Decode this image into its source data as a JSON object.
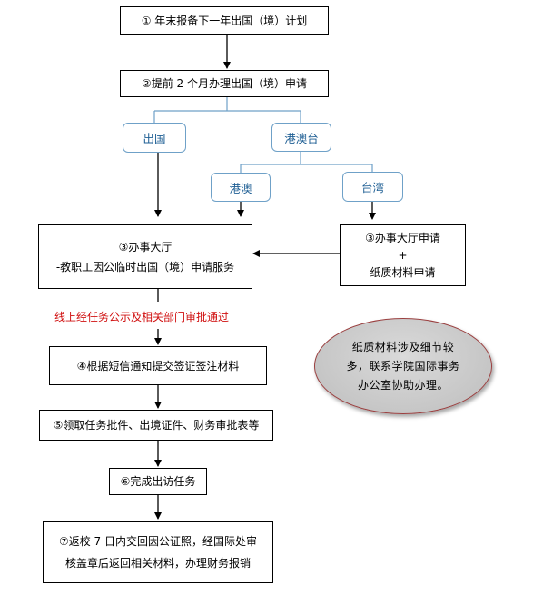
{
  "steps": {
    "s1": "①  年末报备下一年出国（境）计划",
    "s2": "②提前 2 个月办理出国（境）申请",
    "s3_line1": "③办事大厅",
    "s3_line2": "-教职工因公临时出国（境）申请服务",
    "s3b_line1": "③办事大厅申请",
    "s3b_line2": "+",
    "s3b_line3": "纸质材料申请",
    "s4": "④根据短信通知提交签证签注材料",
    "s5": "⑤领取任务批件、出境证件、财务审批表等",
    "s6": "⑥完成出访任务",
    "s7_line1": "⑦返校 7 日内交回因公证照，经国际处审",
    "s7_line2": "核盖章后返回相关材料，办理财务报销"
  },
  "branches": {
    "abroad": "出国",
    "hk_macao_tw": "港澳台",
    "hk_macao": "港澳",
    "taiwan": "台湾"
  },
  "approval_note": "线上经任务公示及相关部门审批通过",
  "callout": "纸质材料涉及细节较多，联系学院国际事务办公室协助办理。",
  "colors": {
    "branch_border": "#6fa1c8",
    "branch_text": "#1f5f94",
    "note_red": "#d01010",
    "ellipse_fill": "#c6c6c6",
    "ellipse_border": "#9a3f3f"
  }
}
